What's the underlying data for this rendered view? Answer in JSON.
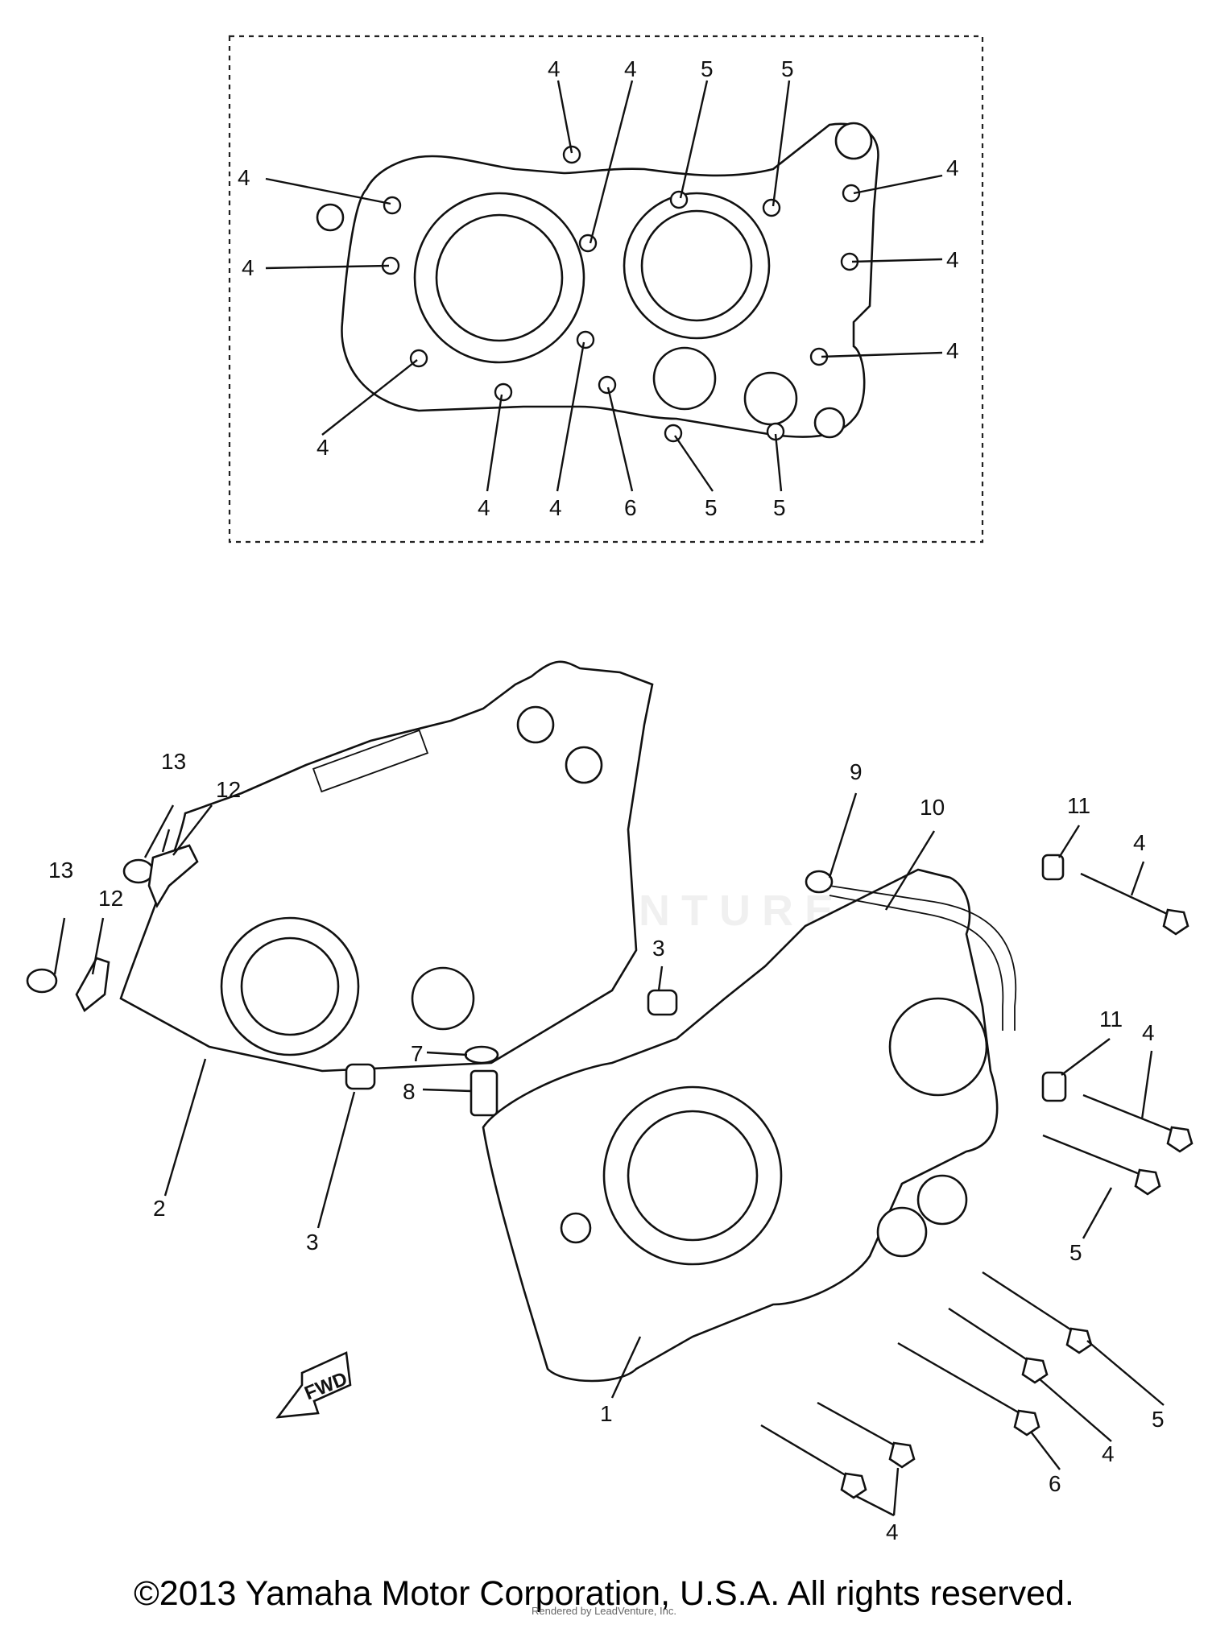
{
  "diagram": {
    "callouts": {
      "c1": "1",
      "c2": "2",
      "c3": "3",
      "c4": "4",
      "c5": "5",
      "c6": "6",
      "c7": "7",
      "c8": "8",
      "c9": "9",
      "c10": "10",
      "c11": "11",
      "c12": "12",
      "c13": "13"
    },
    "fwd_label": "FWD"
  },
  "footer": {
    "copyright": "©2013 Yamaha Motor Corporation, U.S.A. All rights reserved.",
    "credit": "Rendered by LeadVenture, Inc.",
    "watermark": "LEADVENTURE"
  }
}
